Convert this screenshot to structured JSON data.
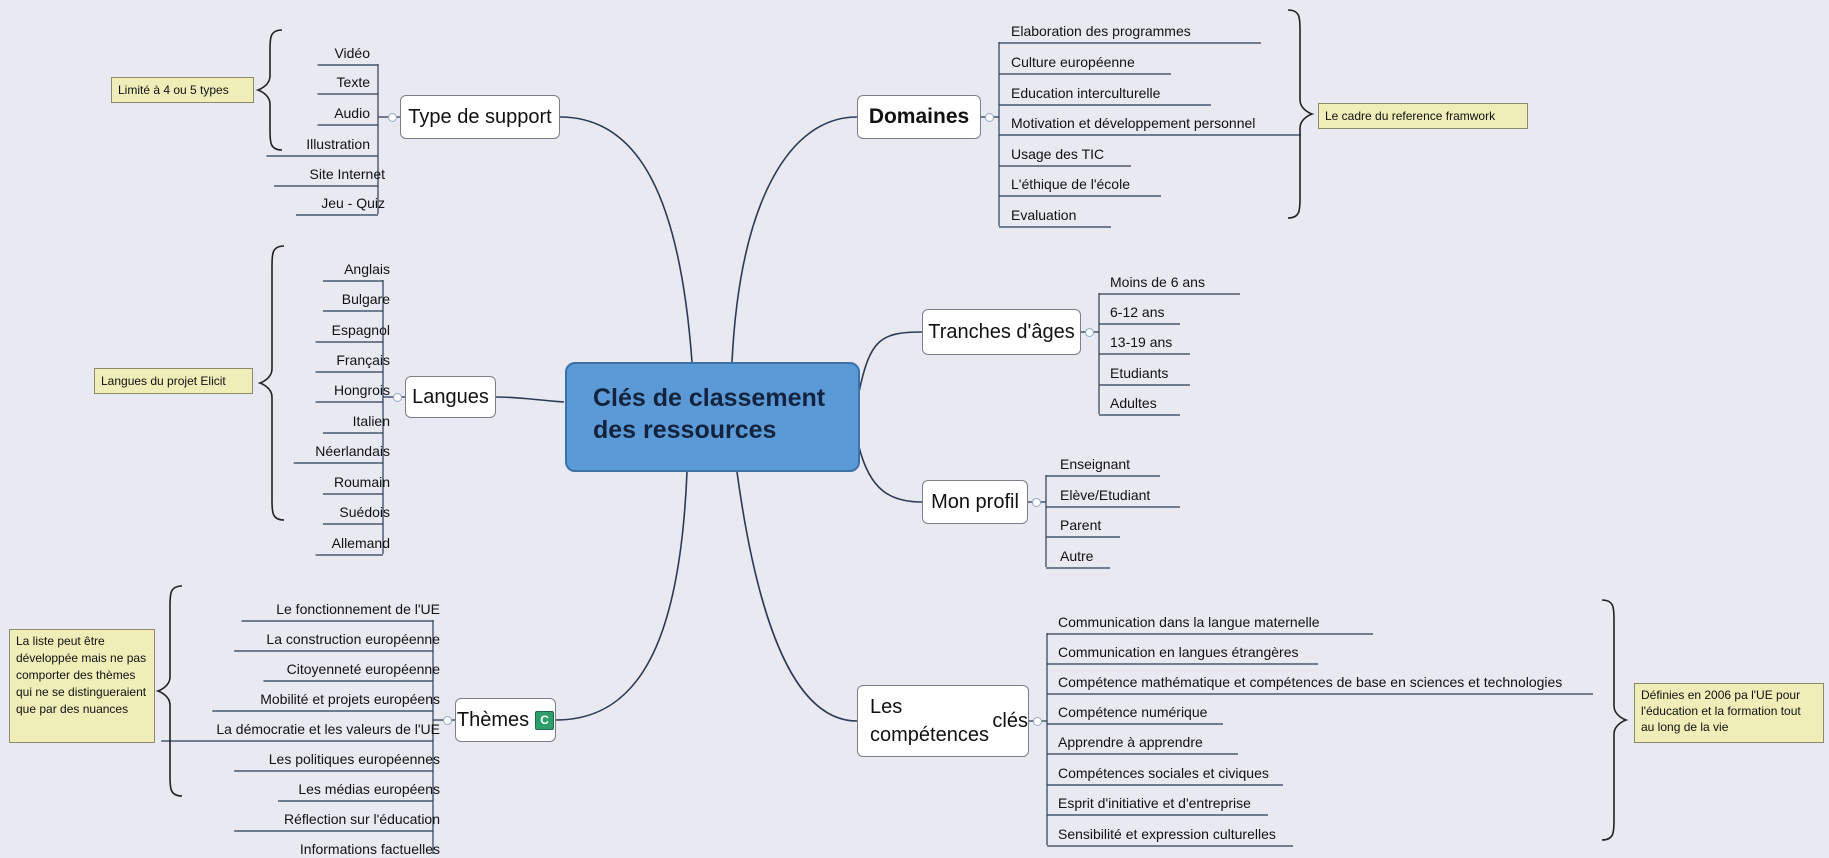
{
  "central": {
    "line1": "Clés de classement",
    "line2": "des ressources"
  },
  "branches": {
    "type_support": {
      "label": "Type de support",
      "items": [
        "Vidéo",
        "Texte",
        "Audio",
        "Illustration",
        "Site Internet",
        "Jeu - Quiz"
      ],
      "note": "Limité à 4 ou 5 types"
    },
    "langues": {
      "label": "Langues",
      "items": [
        "Anglais",
        "Bulgare",
        "Espagnol",
        "Français",
        "Hongrois",
        "Italien",
        "Néerlandais",
        "Roumain",
        "Suédois",
        "Allemand"
      ],
      "note": "Langues du projet Elicit"
    },
    "themes": {
      "label": "Thèmes",
      "badge": "C",
      "items": [
        "Le fonctionnement de l'UE",
        "La construction européenne",
        "Citoyenneté européenne",
        "Mobilité et projets européens",
        "La démocratie et les valeurs de l'UE",
        "Les politiques européennes",
        "Les médias européens",
        "Réflection sur l'éducation",
        "Informations factuelles"
      ],
      "note": "La liste peut être développée mais ne pas comporter des thèmes qui ne se distingueraient que par des nuances"
    },
    "domaines": {
      "label": "Domaines",
      "items": [
        "Elaboration des programmes",
        "Culture européenne",
        "Education interculturelle",
        "Motivation et développement personnel",
        "Usage des TIC",
        "L'éthique de l'école",
        "Evaluation"
      ],
      "note": "Le cadre du reference framwork"
    },
    "tranches": {
      "label": "Tranches d'âges",
      "items": [
        "Moins de 6 ans",
        "6-12 ans",
        "13-19 ans",
        "Etudiants",
        "Adultes"
      ]
    },
    "profil": {
      "label": "Mon profil",
      "items": [
        "Enseignant",
        "Elève/Etudiant",
        "Parent",
        "Autre"
      ]
    },
    "competences": {
      "label1": "Les compétences",
      "label2": "clés",
      "items": [
        "Communication dans la langue maternelle",
        "Communication en langues étrangères",
        "Compétence mathématique et compétences de base en sciences et technologies",
        "Compétence numérique",
        "Apprendre à apprendre",
        "Compétences sociales et civiques",
        "Esprit d'initiative et d'entreprise",
        "Sensibilité et expression culturelles"
      ],
      "note": "Définies en 2006 pa l'UE pour l'éducation et la formation tout au long de la vie"
    }
  },
  "colors": {
    "background": "#e9eaf1",
    "central_fill": "#5b9ad6",
    "line": "#2b3b55",
    "note_fill": "#efedb8",
    "badge": "#2e9e6b"
  }
}
